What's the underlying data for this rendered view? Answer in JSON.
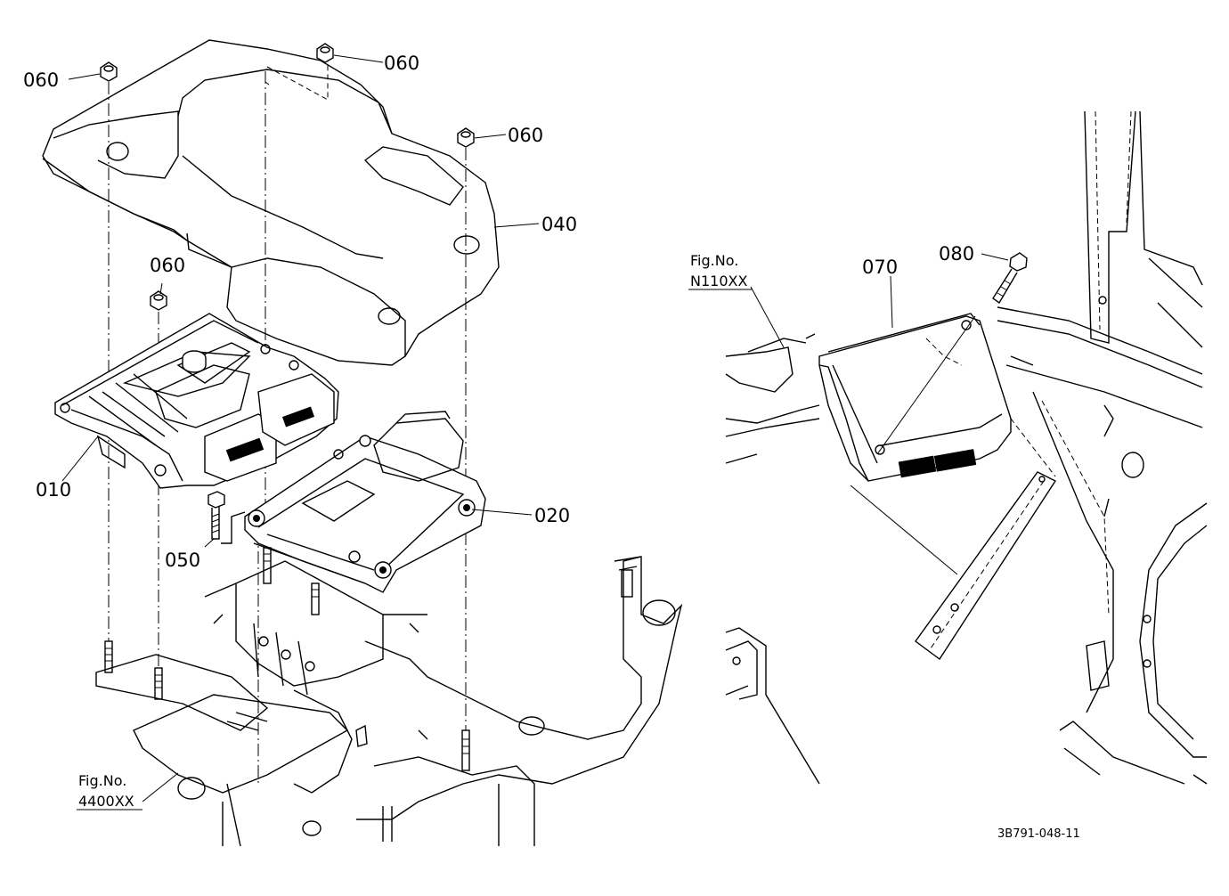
{
  "callouts": {
    "c060a": "060",
    "c060b": "060",
    "c060c": "060",
    "c060d": "060",
    "c040": "040",
    "c010": "010",
    "c020": "020",
    "c050": "050",
    "c070": "070",
    "c080": "080"
  },
  "fig_refs": {
    "fig4400": {
      "label": "Fig.No.",
      "number": "4400XX"
    },
    "figN110": {
      "label": "Fig.No.",
      "number": "N110XX"
    }
  },
  "drawing_number": "3B791-048-11"
}
